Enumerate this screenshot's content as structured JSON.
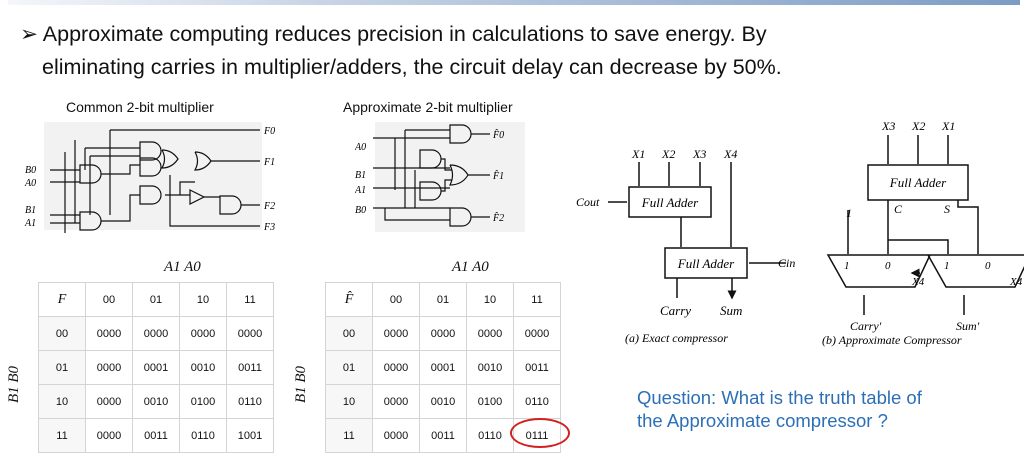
{
  "bullet": {
    "line1": "➢ Approximate computing reduces precision in calculations to save energy. By",
    "line2": "eliminating carries in multiplier/adders, the circuit delay can decrease by 50%."
  },
  "common": {
    "title": "Common 2-bit multiplier",
    "inputs": [
      "B0",
      "A0",
      "B1",
      "A1"
    ],
    "outputs": [
      "F0",
      "F1",
      "F2",
      "F3"
    ]
  },
  "approx": {
    "title": "Approximate 2-bit multiplier",
    "inputs": [
      "A0",
      "B1",
      "A1",
      "B0"
    ],
    "outputs": [
      "F̂0",
      "F̂1",
      "F̂2"
    ]
  },
  "table1": {
    "col_axis": "A1 A0",
    "row_axis": "B1 B0",
    "corner": "F",
    "cols": [
      "00",
      "01",
      "10",
      "11"
    ],
    "rows": [
      {
        "label": "00",
        "cells": [
          "0000",
          "0000",
          "0000",
          "0000"
        ]
      },
      {
        "label": "01",
        "cells": [
          "0000",
          "0001",
          "0010",
          "0011"
        ]
      },
      {
        "label": "10",
        "cells": [
          "0000",
          "0010",
          "0100",
          "0110"
        ]
      },
      {
        "label": "11",
        "cells": [
          "0000",
          "0011",
          "0110",
          "1001"
        ]
      }
    ]
  },
  "table2": {
    "col_axis": "A1 A0",
    "row_axis": "B1 B0",
    "corner": "F̂",
    "cols": [
      "00",
      "01",
      "10",
      "11"
    ],
    "rows": [
      {
        "label": "00",
        "cells": [
          "0000",
          "0000",
          "0000",
          "0000"
        ]
      },
      {
        "label": "01",
        "cells": [
          "0000",
          "0001",
          "0010",
          "0011"
        ]
      },
      {
        "label": "10",
        "cells": [
          "0000",
          "0010",
          "0100",
          "0110"
        ]
      },
      {
        "label": "11",
        "cells": [
          "0000",
          "0011",
          "0110",
          "0111"
        ]
      }
    ]
  },
  "exact": {
    "inputs": [
      "X1",
      "X2",
      "X3",
      "X4"
    ],
    "fa": "Full Adder",
    "cout": "Cout",
    "cin": "Cin",
    "carry": "Carry",
    "sum": "Sum",
    "caption": "(a) Exact compressor"
  },
  "approxc": {
    "inputs": [
      "X3",
      "X2",
      "X1"
    ],
    "fa": "Full Adder",
    "c": "C",
    "s": "S",
    "one": "1",
    "mux_in": [
      "1",
      "0"
    ],
    "sel": "X4",
    "carry": "Carry′",
    "sum": "Sum′",
    "caption": "(b) Approximate Compressor"
  },
  "question": {
    "line1": "Question: What is the truth table of",
    "line2": "the Approximate compressor ?"
  },
  "colors": {
    "question": "#2c6fb7",
    "highlight": "#d32020"
  }
}
